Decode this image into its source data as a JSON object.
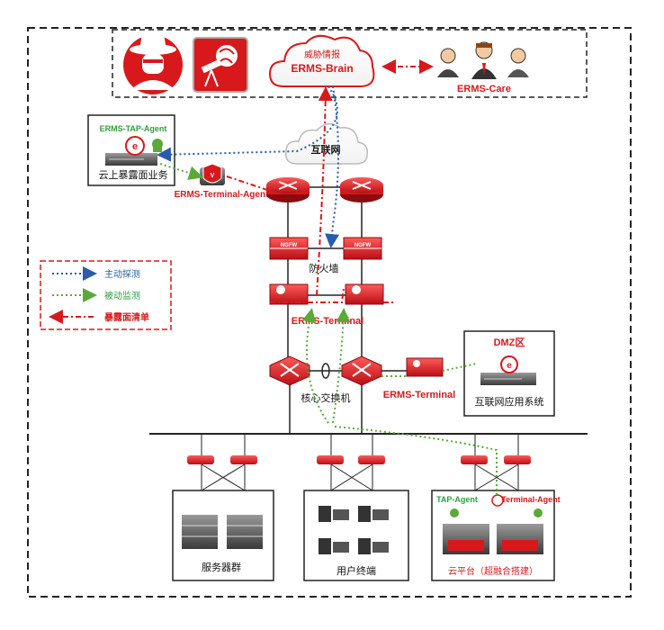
{
  "top_box": {
    "cloud_line1": "威胁情报",
    "cloud_line2": "ERMS-Brain",
    "care_label": "ERMS-Care"
  },
  "left_server": {
    "agent_label": "ERMS-TAP-Agent",
    "caption": "云上暴露面业务"
  },
  "internet_label": "互联网",
  "terminal_agent_label": "ERMS-Terminal-Agent",
  "firewall_label": "防火墙",
  "ngfw_text": "NGFW",
  "erms_terminal_1": "ERMS-Terminal",
  "erms_terminal_2": "ERMS-Terminal",
  "core_switch_label": "核心交换机",
  "dmz": {
    "title": "DMZ区",
    "caption": "互联网应用系统"
  },
  "bottom": {
    "servers_caption": "服务器群",
    "terminals_caption": "用户终端",
    "cloud_caption": "云平台（超融合搭建）",
    "tap_agent": "TAP-Agent",
    "terminal_agent": "Terminal-Agent"
  },
  "legend": {
    "items": [
      {
        "label": "主动探测",
        "color": "#2a5caa"
      },
      {
        "label": "被动监测",
        "color": "#5aaa3a"
      },
      {
        "label": "暴露面清单",
        "color": "#d7191c"
      }
    ]
  }
}
